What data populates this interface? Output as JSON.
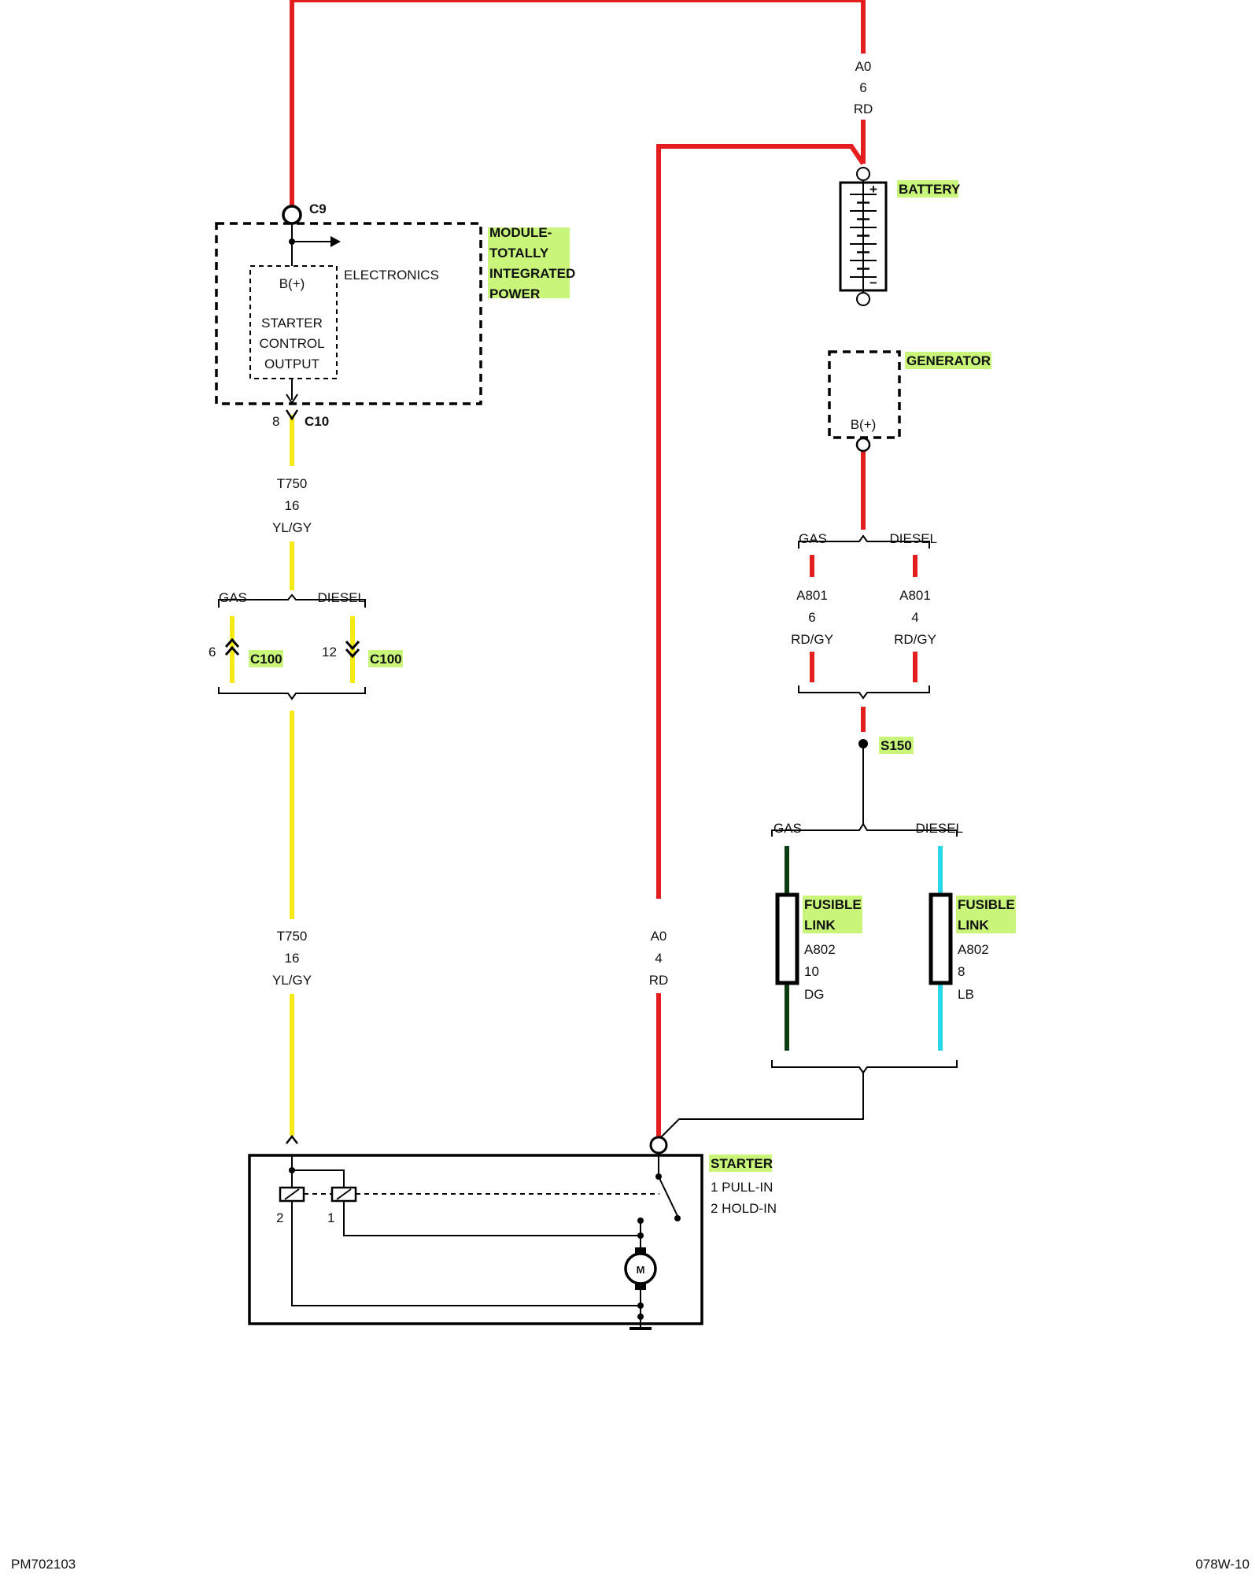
{
  "colors": {
    "red": "#e41e1e",
    "yellow": "#f5ea14",
    "dark_green": "#0c3d12",
    "light_blue": "#28d8e8",
    "highlight": "#c8f57a"
  },
  "footer": {
    "left": "PM702103",
    "right": "078W-10"
  },
  "wire_a0_top": {
    "circuit": "A0",
    "gauge": "6",
    "color": "RD"
  },
  "wire_a0_mid": {
    "circuit": "A0",
    "gauge": "4",
    "color": "RD"
  },
  "battery": {
    "name": "BATTERY",
    "plus": "+",
    "minus": "−"
  },
  "module": {
    "connector_top": "C9",
    "name_lines": [
      "MODULE-",
      "TOTALLY",
      "INTEGRATED",
      "POWER"
    ],
    "electronics": "ELECTRONICS",
    "bplus": "B(+)",
    "output_lines": [
      "STARTER",
      "CONTROL",
      "OUTPUT"
    ],
    "pin_out": "8",
    "connector_out": "C10"
  },
  "wire_t750_upper": {
    "circuit": "T750",
    "gauge": "16",
    "color": "YL/GY"
  },
  "wire_t750_lower": {
    "circuit": "T750",
    "gauge": "16",
    "color": "YL/GY"
  },
  "c100_split": {
    "gas": "GAS",
    "diesel": "DIESEL",
    "gas_pin": "6",
    "diesel_pin": "12",
    "gas_conn": "C100",
    "diesel_conn": "C100"
  },
  "generator": {
    "name": "GENERATOR",
    "bplus": "B(+)"
  },
  "a801_split": {
    "gas": "GAS",
    "diesel": "DIESEL",
    "gas_wire": {
      "circuit": "A801",
      "gauge": "6",
      "color": "RD/GY"
    },
    "diesel_wire": {
      "circuit": "A801",
      "gauge": "4",
      "color": "RD/GY"
    }
  },
  "splice": {
    "name": "S150"
  },
  "fusible_split": {
    "gas": "GAS",
    "diesel": "DIESEL",
    "gas_link": {
      "name_lines": [
        "FUSIBLE",
        "LINK"
      ],
      "circuit": "A802",
      "gauge": "10",
      "color": "DG"
    },
    "diesel_link": {
      "name_lines": [
        "FUSIBLE",
        "LINK"
      ],
      "circuit": "A802",
      "gauge": "8",
      "color": "LB"
    }
  },
  "starter": {
    "name": "STARTER",
    "legend": [
      "1 PULL-IN",
      "2 HOLD-IN"
    ],
    "coil_2": "2",
    "coil_1": "1",
    "motor": "M"
  }
}
